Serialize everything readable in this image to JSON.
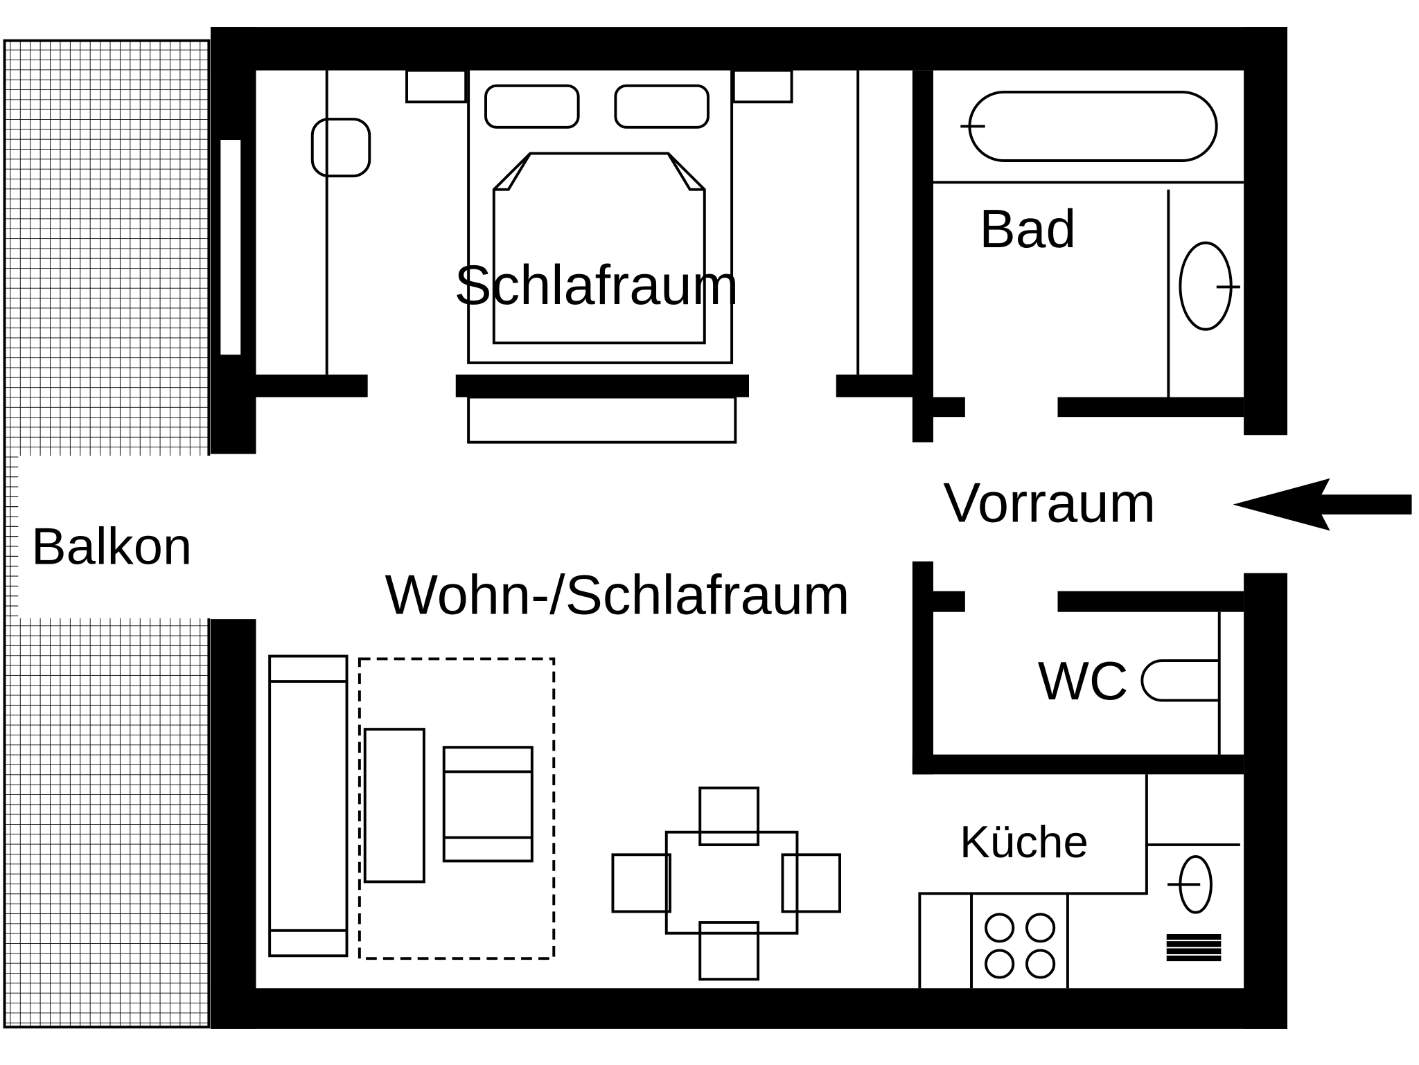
{
  "rooms": {
    "balcony": "Balkon",
    "bedroom": "Schlafraum",
    "bathroom": "Bad",
    "hallway": "Vorraum",
    "living": "Wohn-/Schlafraum",
    "wc": "WC",
    "kitchen": "Küche"
  },
  "colors": {
    "wall": "#000000",
    "background": "#ffffff"
  },
  "icons": [
    "entrance-arrow-icon",
    "bathtub-icon",
    "sink-icon",
    "toilet-icon",
    "stove-icon",
    "bed-icon",
    "sofa-icon",
    "dining-table-icon"
  ]
}
